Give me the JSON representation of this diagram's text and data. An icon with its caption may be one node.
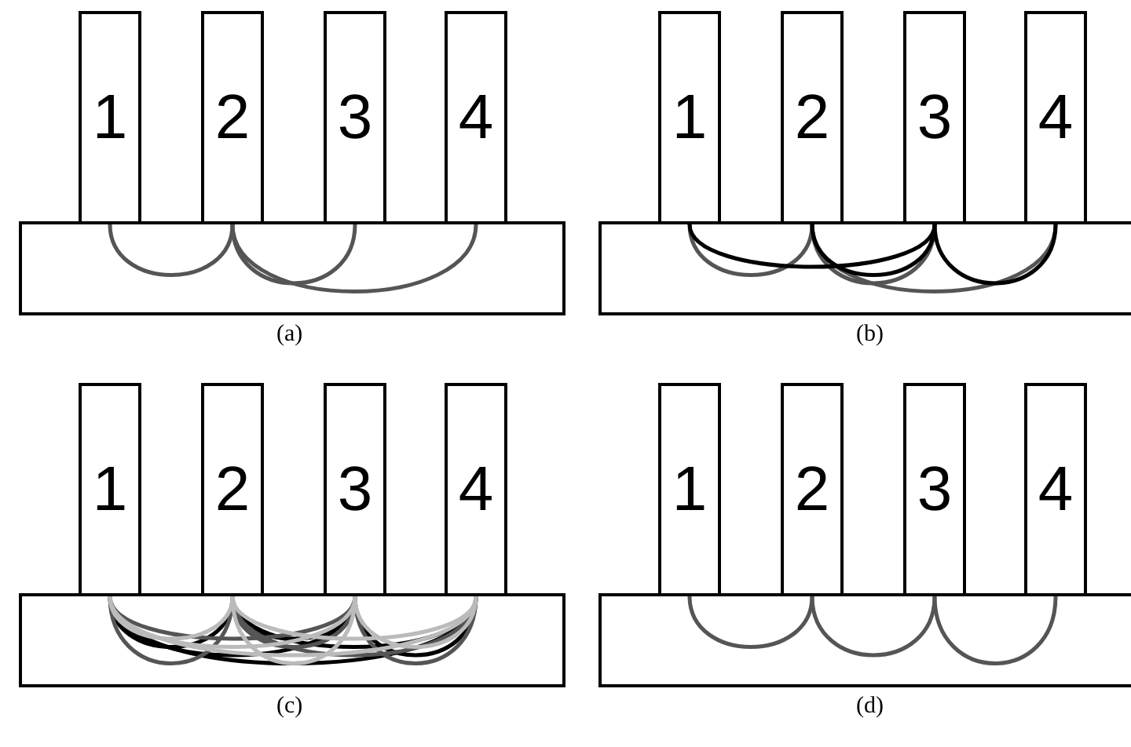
{
  "diagram": {
    "nodes": [
      {
        "text": [
          "1"
        ]
      },
      {
        "text": [
          "2"
        ]
      },
      {
        "text": [
          "3"
        ]
      },
      {
        "text": [
          "4"
        ]
      },
      {
        "text": [
          "1"
        ]
      },
      {
        "text": [
          "2"
        ]
      },
      {
        "text": [
          "3"
        ]
      },
      {
        "text": [
          "4"
        ]
      },
      {
        "text": [
          "1"
        ]
      },
      {
        "text": [
          "2"
        ]
      },
      {
        "text": [
          "3"
        ]
      },
      {
        "text": [
          "4"
        ]
      },
      {
        "text": [
          "1"
        ]
      },
      {
        "text": [
          "2"
        ]
      },
      {
        "text": [
          "3"
        ]
      },
      {
        "text": [
          "4"
        ]
      }
    ],
    "edges": [
      {
        "from": 0,
        "to": 1,
        "arrow": "none"
      },
      {
        "from": 1,
        "to": 2,
        "arrow": "none"
      },
      {
        "from": 1,
        "to": 3,
        "arrow": "none"
      },
      {
        "from": 4,
        "to": 5,
        "arrow": "none"
      },
      {
        "from": 5,
        "to": 6,
        "arrow": "none"
      },
      {
        "from": 5,
        "to": 7,
        "arrow": "none"
      },
      {
        "from": 4,
        "to": 6,
        "arrow": "none",
        "color": "#000000"
      },
      {
        "from": 5,
        "to": 6,
        "arrow": "none",
        "color": "#000000"
      },
      {
        "from": 6,
        "to": 7,
        "arrow": "none",
        "color": "#000000"
      },
      {
        "from": 8,
        "to": 9,
        "arrow": "none",
        "color": "#000000"
      },
      {
        "from": 8,
        "to": 10,
        "arrow": "none",
        "color": "#000000"
      },
      {
        "from": 8,
        "to": 11,
        "arrow": "none",
        "color": "#000000"
      },
      {
        "from": 9,
        "to": 10,
        "arrow": "none",
        "color": "#000000"
      },
      {
        "from": 9,
        "to": 11,
        "arrow": "none",
        "color": "#000000"
      },
      {
        "from": 10,
        "to": 11,
        "arrow": "none",
        "color": "#000000"
      },
      {
        "from": 8,
        "to": 9,
        "arrow": "none"
      },
      {
        "from": 8,
        "to": 10,
        "arrow": "none"
      },
      {
        "from": 9,
        "to": 10,
        "arrow": "none"
      },
      {
        "from": 9,
        "to": 11,
        "arrow": "none"
      },
      {
        "from": 10,
        "to": 11,
        "arrow": "none"
      },
      {
        "from": 8,
        "to": 9,
        "arrow": "none",
        "color": "#bbbbbb"
      },
      {
        "from": 8,
        "to": 10,
        "arrow": "none",
        "color": "#bbbbbb"
      },
      {
        "from": 8,
        "to": 11,
        "arrow": "none",
        "color": "#bbbbbb"
      },
      {
        "from": 9,
        "to": 10,
        "arrow": "none",
        "color": "#bbbbbb"
      },
      {
        "from": 9,
        "to": 11,
        "arrow": "none",
        "color": "#bbbbbb"
      },
      {
        "from": 10,
        "to": 11,
        "arrow": "none",
        "color": "#bbbbbb"
      },
      {
        "from": 12,
        "to": 13,
        "arrow": "none"
      },
      {
        "from": 13,
        "to": 14,
        "arrow": "none"
      },
      {
        "from": 14,
        "to": 15,
        "arrow": "none"
      }
    ],
    "labels": [
      "(a)",
      "(b)",
      "(c)",
      "(d)"
    ]
  }
}
